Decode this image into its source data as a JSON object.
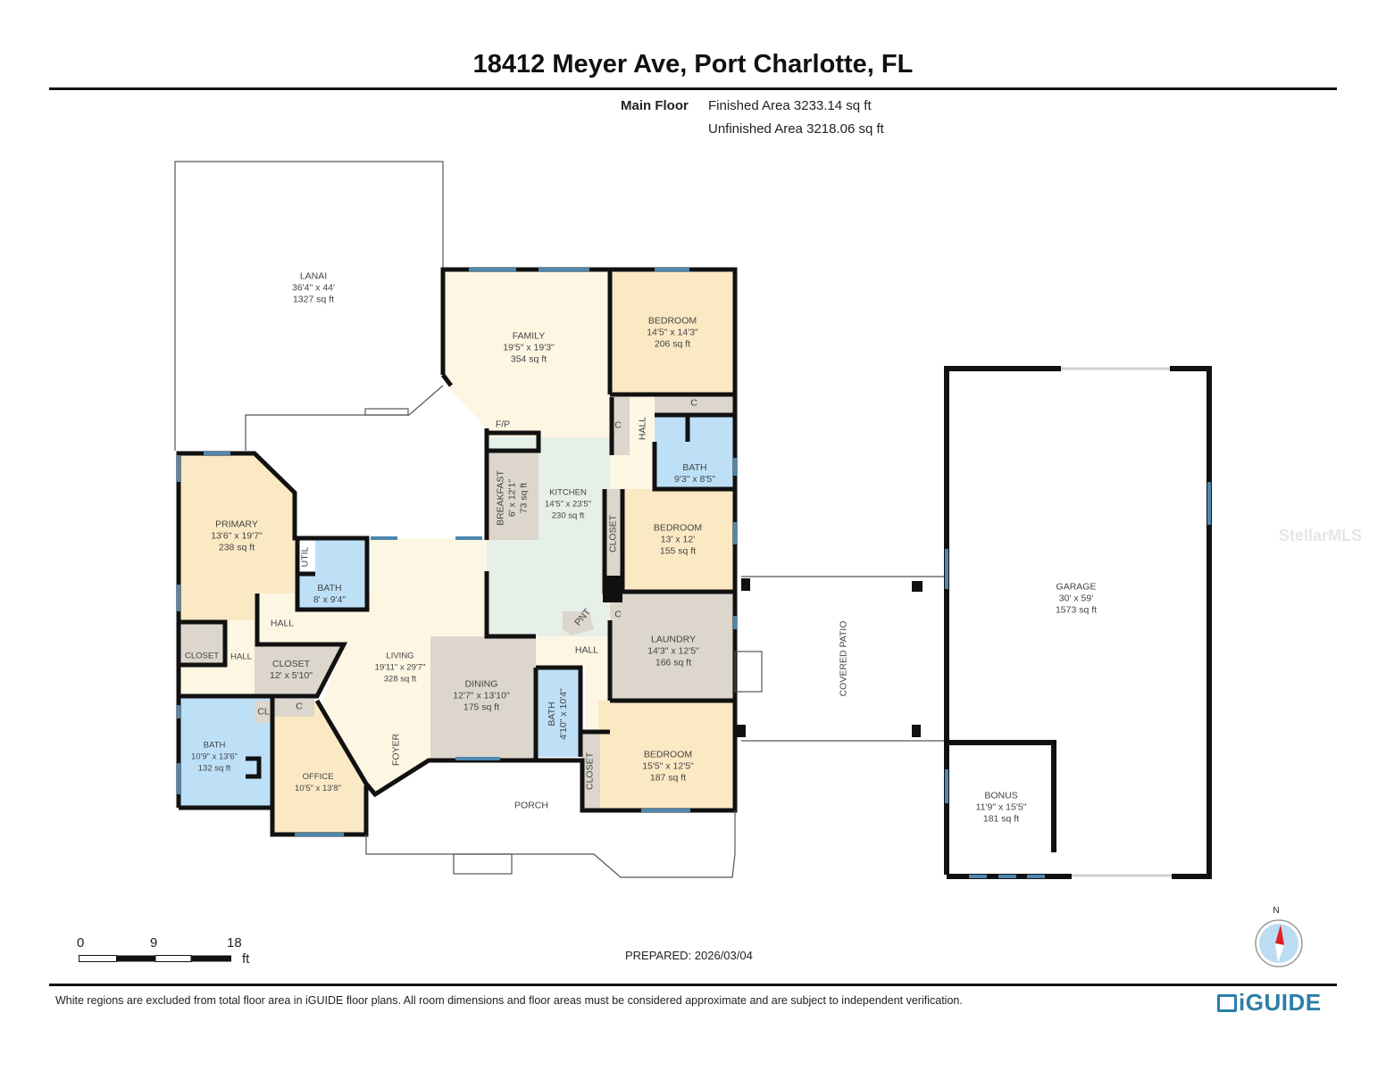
{
  "header": {
    "title": "18412 Meyer Ave, Port Charlotte, FL",
    "floor_label": "Main Floor",
    "finished_area": "Finished Area 3233.14 sq ft",
    "unfinished_area": "Unfinished Area 3218.06 sq ft"
  },
  "rooms": {
    "lanai": {
      "name": "LANAI",
      "dims": "36'4\" x 44'",
      "area": "1327 sq ft"
    },
    "family": {
      "name": "FAMILY",
      "dims": "19'5\" x 19'3\"",
      "area": "354 sq ft"
    },
    "bedroom1": {
      "name": "BEDROOM",
      "dims": "14'5\" x 14'3\"",
      "area": "206 sq ft"
    },
    "bath_hall": {
      "name": "BATH",
      "dims": "9'3\" x 8'5\""
    },
    "bedroom2": {
      "name": "BEDROOM",
      "dims": "13' x 12'",
      "area": "155 sq ft"
    },
    "primary": {
      "name": "PRIMARY",
      "dims": "13'6\" x 19'7\"",
      "area": "238 sq ft"
    },
    "bath_util": {
      "name": "BATH",
      "dims": "8' x 9'4\""
    },
    "util": {
      "name": "UTIL"
    },
    "breakfast": {
      "name": "BREAKFAST",
      "dims": "6' x 12'1\"",
      "area": "73 sq ft"
    },
    "kitchen": {
      "name": "KITCHEN",
      "dims": "14'5\" x 23'5\"",
      "area": "230 sq ft"
    },
    "fp": {
      "name": "F/P"
    },
    "closet_kitchen": {
      "name": "CLOSET"
    },
    "hall_bed": {
      "name": "HALL"
    },
    "c_bed1": {
      "name": "C"
    },
    "c_hall": {
      "name": "C"
    },
    "hall_primary": {
      "name": "HALL"
    },
    "closet_primary": {
      "name": "CLOSET"
    },
    "hall_small": {
      "name": "HALL"
    },
    "closet_big": {
      "name": "CLOSET",
      "dims": "12' x 5'10\""
    },
    "living": {
      "name": "LIVING",
      "dims": "19'11\" x 29'7\"",
      "area": "328 sq ft"
    },
    "dining": {
      "name": "DINING",
      "dims": "12'7\" x 13'10\"",
      "area": "175 sq ft"
    },
    "bath_small": {
      "name": "BATH",
      "dims": "4'10\" x 10'4\""
    },
    "pnt": {
      "name": "PNT"
    },
    "c_laundry": {
      "name": "C"
    },
    "hall_laundry": {
      "name": "HALL"
    },
    "laundry": {
      "name": "LAUNDRY",
      "dims": "14'3\" x 12'5\"",
      "area": "166 sq ft"
    },
    "bedroom3": {
      "name": "BEDROOM",
      "dims": "15'5\" x 12'5\"",
      "area": "187 sq ft"
    },
    "closet_bed3": {
      "name": "CLOSET"
    },
    "bath_primary": {
      "name": "BATH",
      "dims": "10'9\" x 13'6\"",
      "area": "132 sq ft"
    },
    "cl": {
      "name": "CL"
    },
    "c_office": {
      "name": "C"
    },
    "office": {
      "name": "OFFICE",
      "dims": "10'5\" x 13'8\""
    },
    "foyer": {
      "name": "FOYER"
    },
    "porch": {
      "name": "PORCH"
    },
    "covered_patio": {
      "name": "COVERED PATIO"
    },
    "garage": {
      "name": "GARAGE",
      "dims": "30' x 59'",
      "area": "1573 sq ft"
    },
    "bonus": {
      "name": "BONUS",
      "dims": "11'9\" x 15'5\"",
      "area": "181 sq ft"
    }
  },
  "scale_bar": {
    "labels": [
      "0",
      "9",
      "18"
    ],
    "unit": "ft"
  },
  "compass": {
    "label": "N"
  },
  "footer": {
    "prepared": "PREPARED: 2026/03/04",
    "disclaimer": "White regions are excluded from total floor area in iGUIDE floor plans. All room dimensions and floor areas must be considered approximate and are subject to independent verification.",
    "logo": "iGUIDE"
  },
  "watermark": "StellarMLS",
  "colors": {
    "bedroom_fill": "#fbe9c4",
    "living_fill": "#fdf6e3",
    "bath_fill": "#bde0f7",
    "closet_fill": "#dcd6cc",
    "kitchen_fill": "#e6efe8",
    "window_blue": "#4e88b0",
    "wall": "#111111",
    "logo_blue": "#2a7fa6",
    "compass_red": "#e02020"
  }
}
